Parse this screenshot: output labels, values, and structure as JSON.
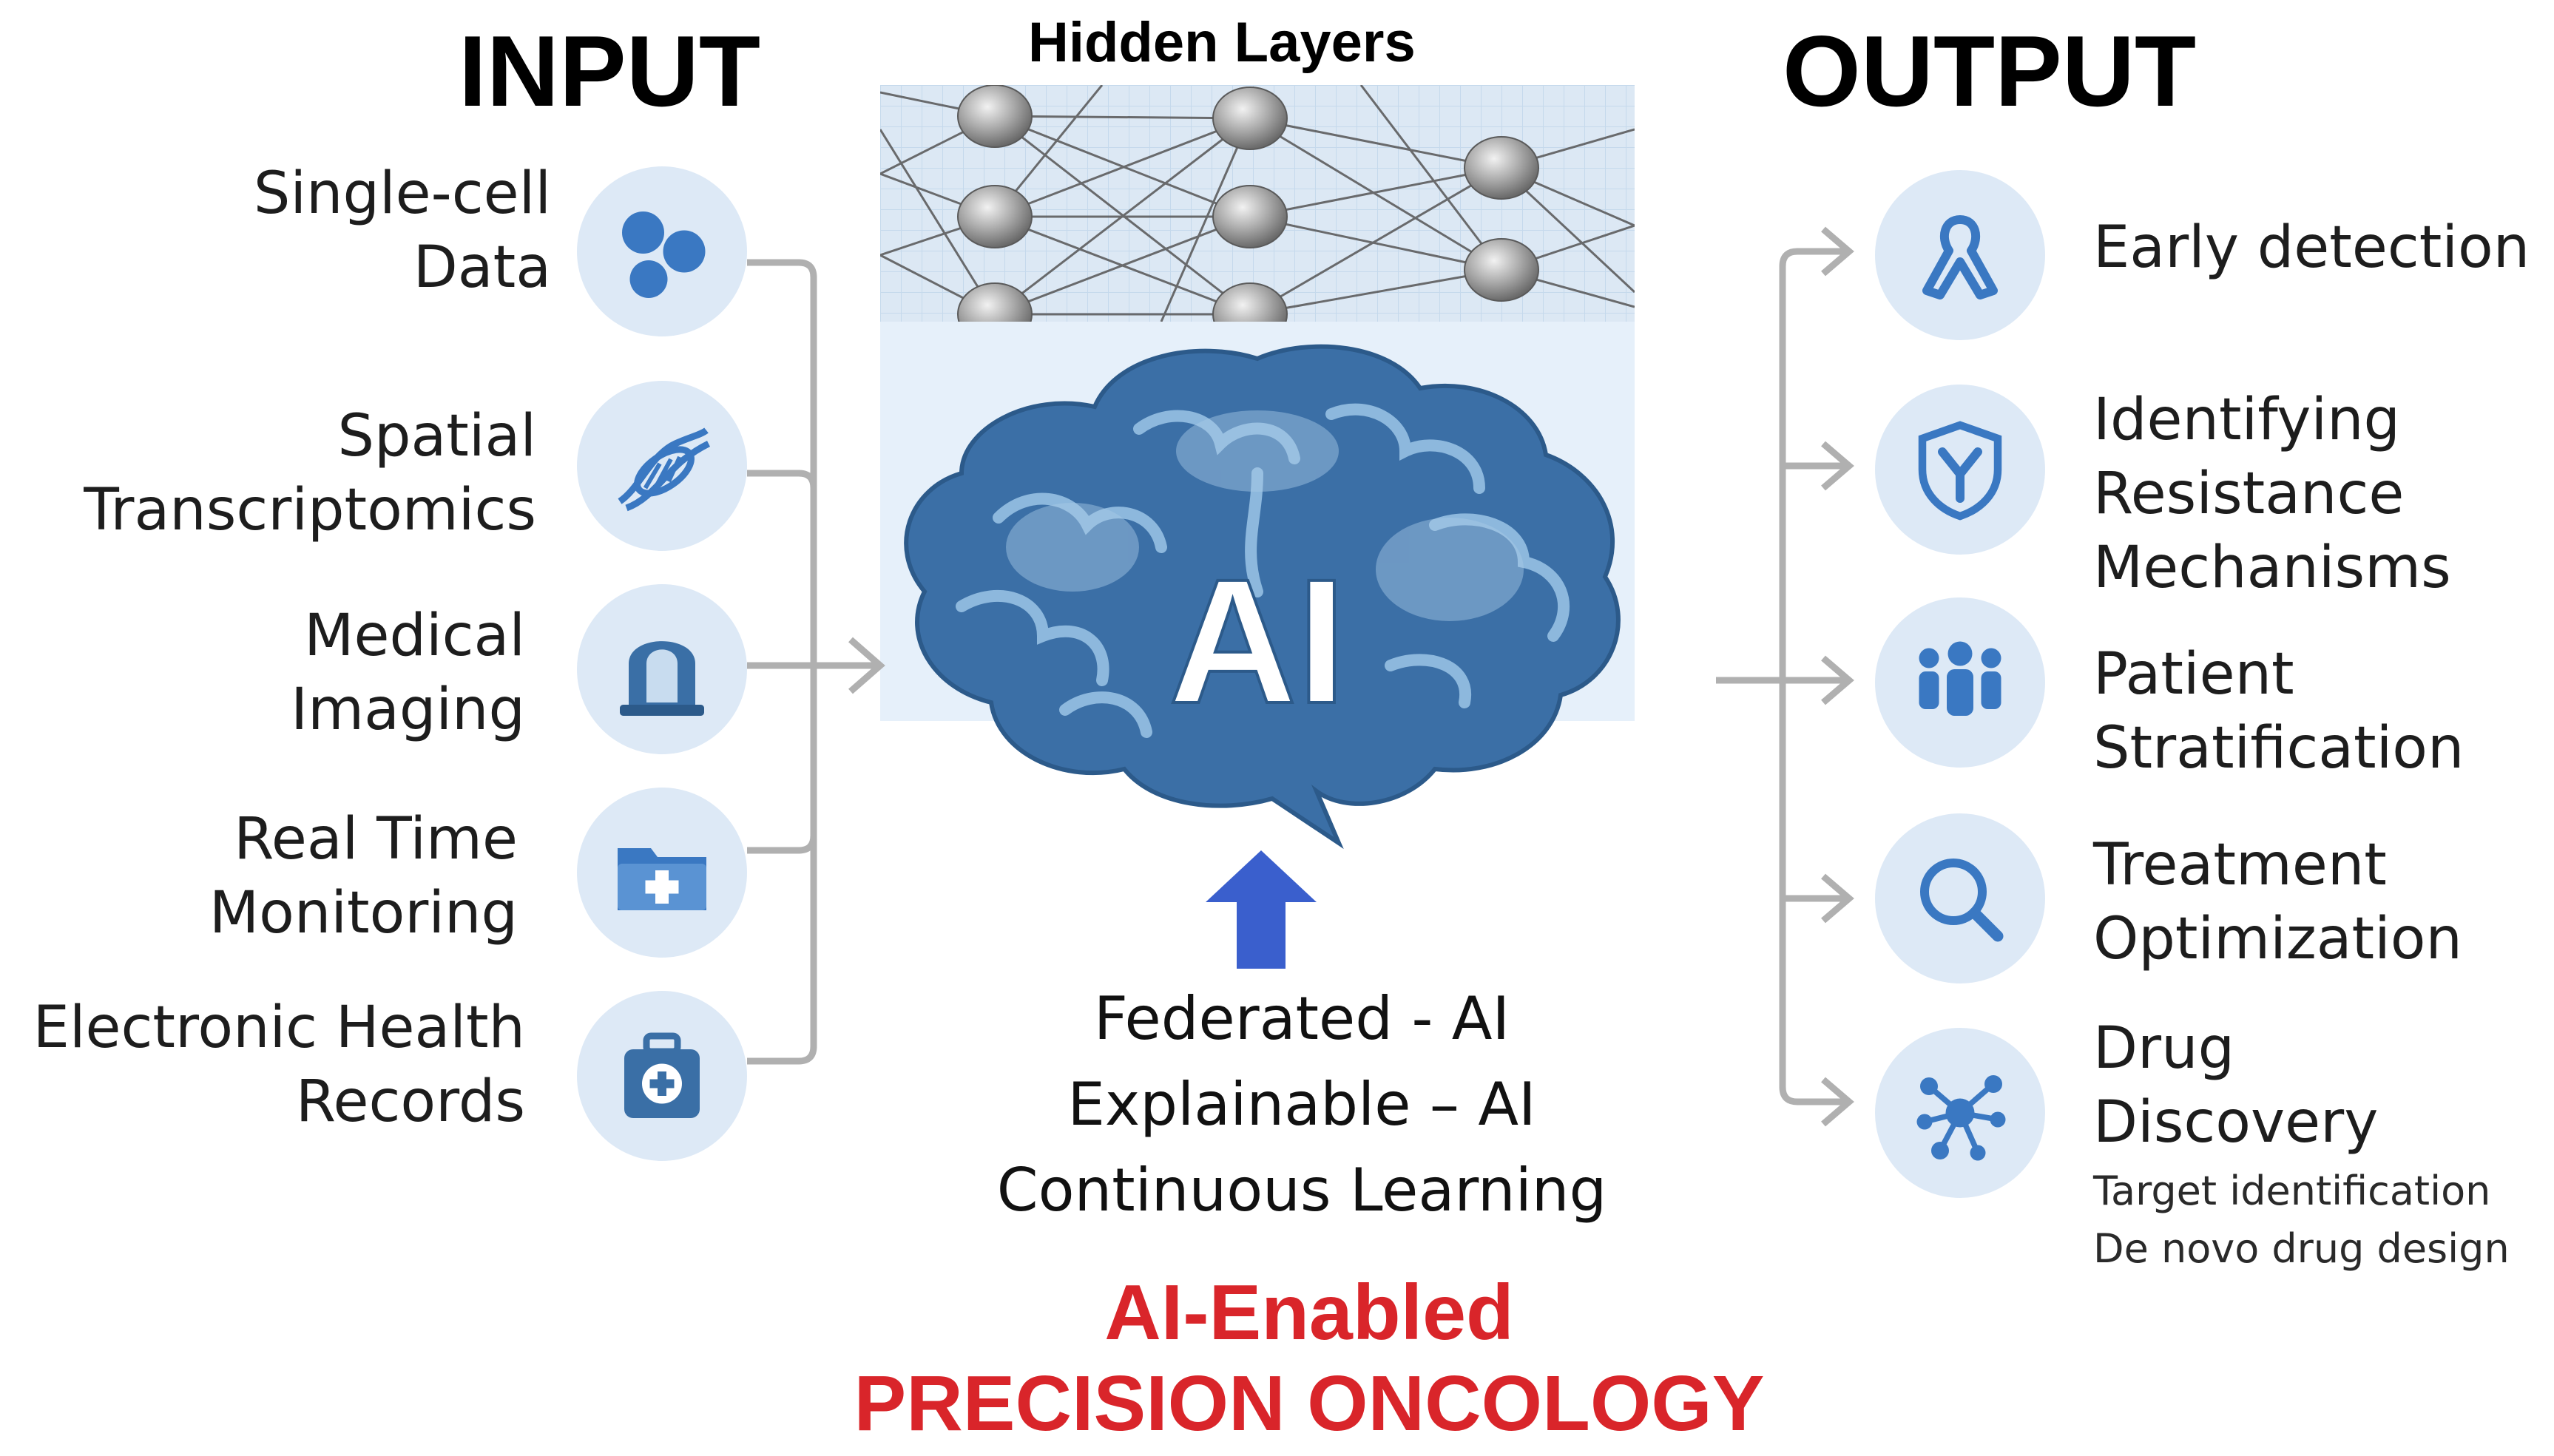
{
  "headings": {
    "input": "INPUT",
    "output": "OUTPUT",
    "hidden": "Hidden Layers"
  },
  "inputs": [
    {
      "line1": "Single-cell",
      "line2": "Data",
      "icon": "cells-icon"
    },
    {
      "line1": "Spatial",
      "line2": "Transcriptomics",
      "icon": "dna-icon"
    },
    {
      "line1": "Medical",
      "line2": "Imaging",
      "icon": "scanner-icon"
    },
    {
      "line1": "Real Time",
      "line2": "Monitoring",
      "icon": "medical-folder-icon"
    },
    {
      "line1": "Electronic Health",
      "line2": "Records",
      "icon": "medical-kit-icon"
    }
  ],
  "outputs": [
    {
      "lines": [
        "Early detection"
      ],
      "icon": "ribbon-icon"
    },
    {
      "lines": [
        "Identifying",
        "Resistance",
        "Mechanisms"
      ],
      "icon": "antibody-shield-icon"
    },
    {
      "lines": [
        "Patient",
        "Stratification"
      ],
      "icon": "people-group-icon"
    },
    {
      "lines": [
        "Treatment",
        "Optimization"
      ],
      "icon": "magnifier-icon"
    },
    {
      "lines": [
        "Drug",
        "Discovery"
      ],
      "sub": [
        "Target identification",
        "De novo drug design"
      ],
      "icon": "molecule-icon"
    }
  ],
  "brain": {
    "label": "AI"
  },
  "center_notes": [
    "Federated - AI",
    "Explainable – AI",
    "Continuous Learning"
  ],
  "title": {
    "line1": "AI-Enabled",
    "line2": "PRECISION ONCOLOGY"
  },
  "colors": {
    "brain_dark": "#3b6fa6",
    "brain_light": "#8db8dd",
    "icon_bg": "#dde9f6",
    "icon_blue": "#3a78c2",
    "arrow_blue": "#3a5fcd",
    "connector_gray": "#b0b0b0",
    "title_red": "#d9252a"
  }
}
